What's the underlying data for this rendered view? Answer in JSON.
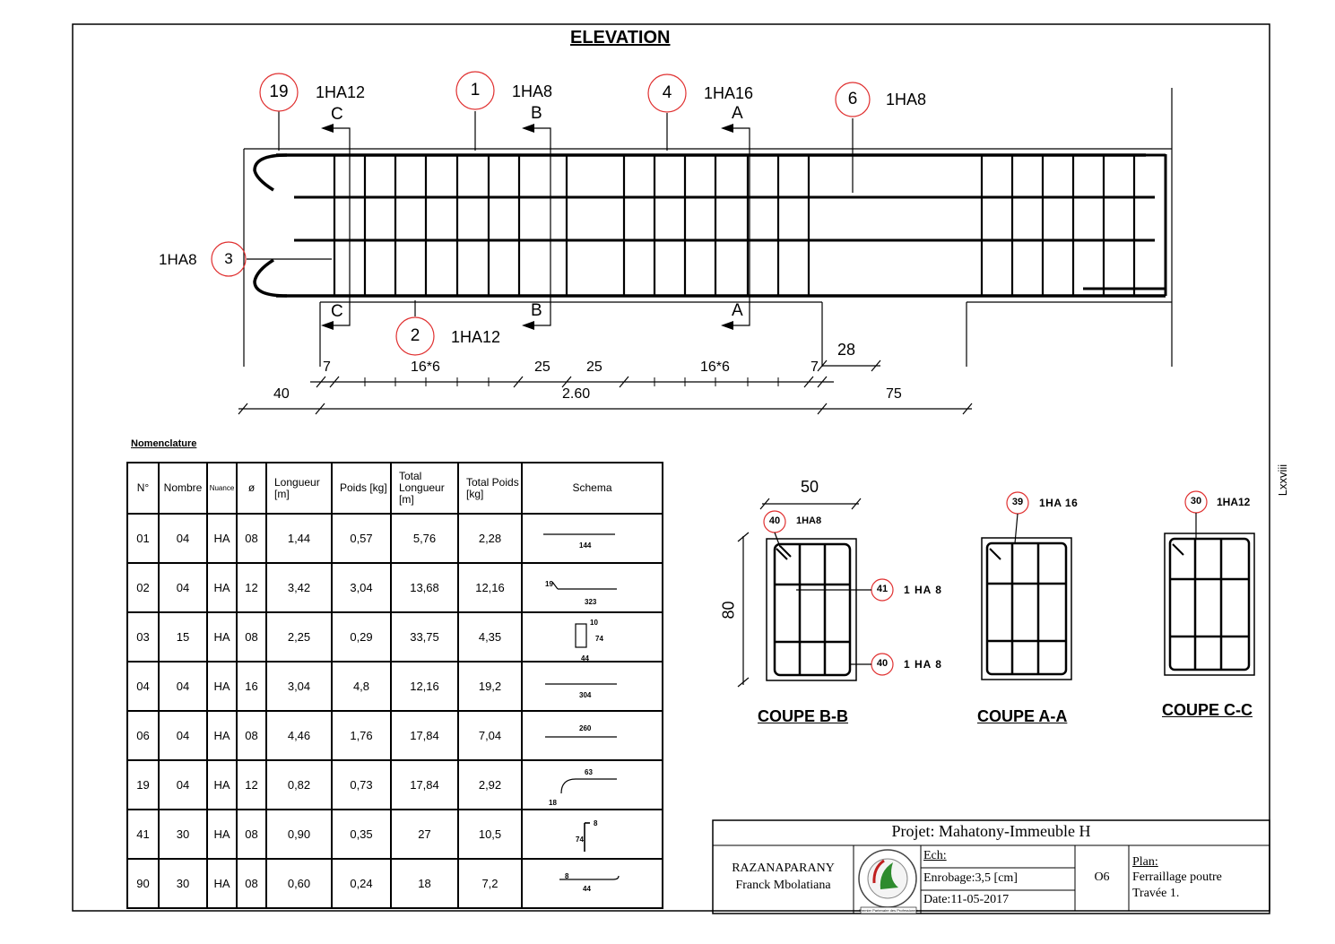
{
  "elevation": {
    "title": "ELEVATION",
    "bars": [
      {
        "mark": "19",
        "label": "1HA12"
      },
      {
        "mark": "1",
        "label": "1HA8"
      },
      {
        "mark": "4",
        "label": "1HA16"
      },
      {
        "mark": "6",
        "label": "1HA8"
      },
      {
        "mark": "3",
        "label": "1HA8"
      },
      {
        "mark": "2",
        "label": "1HA12"
      }
    ],
    "section_letters": [
      "C",
      "B",
      "A"
    ],
    "dims_top": [
      "7",
      "16*6",
      "25",
      "25",
      "16*6",
      "7",
      "28"
    ],
    "dims_bottom": [
      "40",
      "2.60",
      "75"
    ]
  },
  "nomenclature": {
    "title": "Nomenclature",
    "headers": [
      "N°",
      "Nombre",
      "Nuance",
      "ø",
      "Longueur [m]",
      "Poids [kg]",
      "Total Longueur [m]",
      "Total Poids [kg]",
      "Schema"
    ],
    "rows": [
      {
        "n": "01",
        "nombre": "04",
        "nuance": "HA",
        "d": "08",
        "longueur": "1,44",
        "poids": "0,57",
        "total_longueur": "5,76",
        "total_poids": "2,28",
        "schema": [
          "144"
        ]
      },
      {
        "n": "02",
        "nombre": "04",
        "nuance": "HA",
        "d": "12",
        "longueur": "3,42",
        "poids": "3,04",
        "total_longueur": "13,68",
        "total_poids": "12,16",
        "schema": [
          "19",
          "323"
        ]
      },
      {
        "n": "03",
        "nombre": "15",
        "nuance": "HA",
        "d": "08",
        "longueur": "2,25",
        "poids": "0,29",
        "total_longueur": "33,75",
        "total_poids": "4,35",
        "schema": [
          "10",
          "74",
          "44"
        ]
      },
      {
        "n": "04",
        "nombre": "04",
        "nuance": "HA",
        "d": "16",
        "longueur": "3,04",
        "poids": "4,8",
        "total_longueur": "12,16",
        "total_poids": "19,2",
        "schema": [
          "304"
        ]
      },
      {
        "n": "06",
        "nombre": "04",
        "nuance": "HA",
        "d": "08",
        "longueur": "4,46",
        "poids": "1,76",
        "total_longueur": "17,84",
        "total_poids": "7,04",
        "schema": [
          "260"
        ]
      },
      {
        "n": "19",
        "nombre": "04",
        "nuance": "HA",
        "d": "12",
        "longueur": "0,82",
        "poids": "0,73",
        "total_longueur": "17,84",
        "total_poids": "2,92",
        "schema": [
          "63",
          "18"
        ]
      },
      {
        "n": "41",
        "nombre": "30",
        "nuance": "HA",
        "d": "08",
        "longueur": "0,90",
        "poids": "0,35",
        "total_longueur": "27",
        "total_poids": "10,5",
        "schema": [
          "74",
          "8"
        ]
      },
      {
        "n": "90",
        "nombre": "30",
        "nuance": "HA",
        "d": "08",
        "longueur": "0,60",
        "poids": "0,24",
        "total_longueur": "18",
        "total_poids": "7,2",
        "schema": [
          "8",
          "44"
        ]
      }
    ]
  },
  "sections": {
    "bb": {
      "title": "COUPE B-B",
      "width": "50",
      "height": "80",
      "marks": [
        {
          "mark": "40",
          "label": "1HA8"
        },
        {
          "mark": "41",
          "label": "1 HA 8"
        },
        {
          "mark": "40",
          "label": "1 HA 8"
        }
      ]
    },
    "aa": {
      "title": "COUPE A-A",
      "mark": "39",
      "label": "1HA 16"
    },
    "cc": {
      "title": "COUPE C-C",
      "mark": "30",
      "label": "1HA12"
    }
  },
  "page_number": "Lxxviii",
  "cartouche": {
    "projet": "Projet: Mahatony-Immeuble H",
    "author_name": "RAZANAPARANY",
    "author_first": "Franck Mbolatiana",
    "ech": "Ech:",
    "enrobage": "Enrobage:3,5 [cm]",
    "date": "Date:11-05-2017",
    "sheet_no": "O6",
    "plan_label": "Plan:",
    "plan_line1": "Ferraillage poutre",
    "plan_line2": "Travée 1.",
    "logo_caption": "Premier Partenaire des Professionnels"
  },
  "colors": {
    "line": "#000000",
    "callout": "#e03030"
  }
}
